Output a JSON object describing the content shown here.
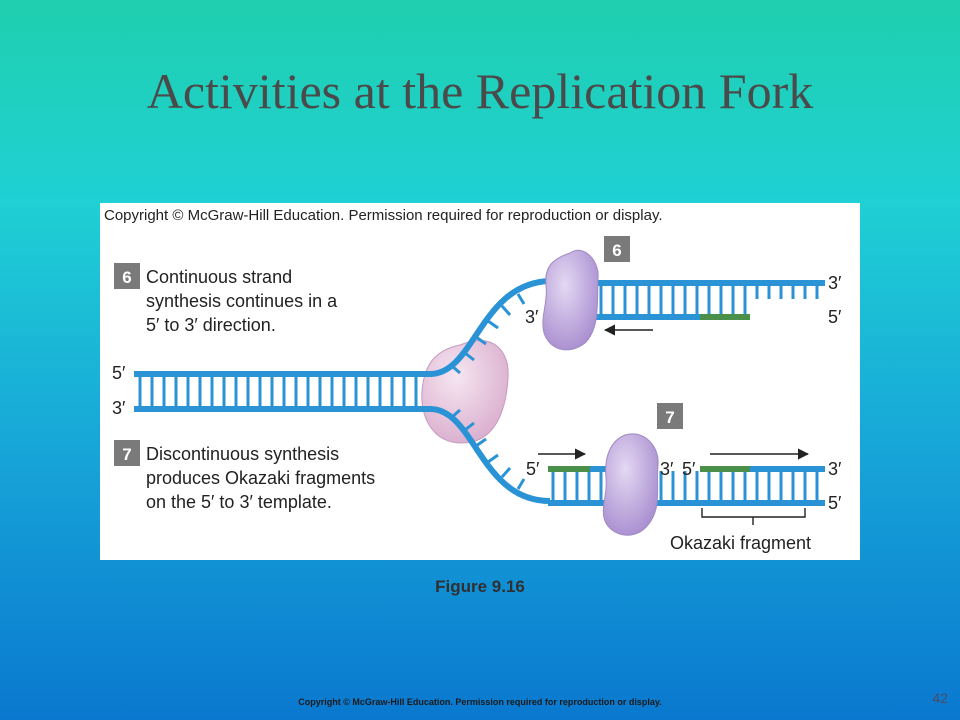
{
  "slide": {
    "title": "Activities at the Replication Fork",
    "caption": "Figure 9.16",
    "footer_copyright": "Copyright © McGraw-Hill Education. Permission required for reproduction or display.",
    "slide_number": "42"
  },
  "figure": {
    "copyright": "Copyright © McGraw-Hill Education. Permission required for reproduction or display.",
    "step6": {
      "badge": "6",
      "lines": [
        "Continuous strand",
        "synthesis continues in a",
        "5′ to 3′ direction."
      ]
    },
    "step7": {
      "badge": "7",
      "lines": [
        "Discontinuous synthesis",
        "produces Okazaki fragments",
        "on the 5′ to 3′ template."
      ]
    },
    "labels": {
      "parent_top_left": "5′",
      "parent_bottom_left": "3′",
      "lead_top_right": "3′",
      "lead_bottom_right": "5′",
      "lead_new_end": "3′",
      "lag_top_left": "5′",
      "lag_frag_end": "3′",
      "lag_frag2_start": "5′",
      "lag_top_right": "3′",
      "lag_bottom_right": "5′",
      "okazaki": "Okazaki fragment"
    },
    "colors": {
      "strand": "#2a93d5",
      "new_strand": "#4a8f4a",
      "enzyme": "#b79ed8",
      "helicase": "#e6c3dc",
      "badge": "#7a7a7a"
    }
  }
}
